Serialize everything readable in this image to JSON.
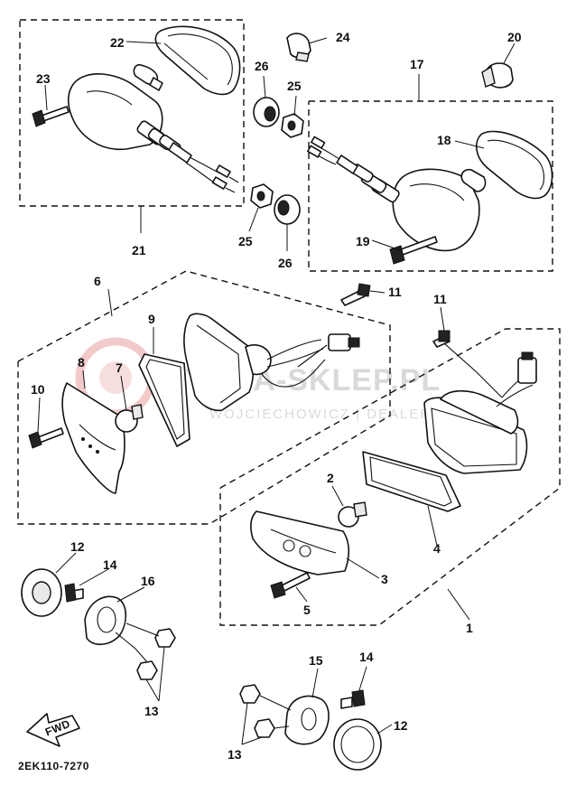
{
  "diagram": {
    "code": "2EK110-7270",
    "direction_label": "FWD",
    "watermark": {
      "brand": "YAMA-SKLEP.PL",
      "dealer": "WOJCIECHOWICZ | DEALER"
    },
    "callouts": [
      "1",
      "2",
      "3",
      "4",
      "5",
      "6",
      "7",
      "8",
      "9",
      "10",
      "11",
      "11",
      "12",
      "12",
      "13",
      "13",
      "14",
      "14",
      "15",
      "16",
      "17",
      "18",
      "19",
      "20",
      "21",
      "22",
      "23",
      "24",
      "25",
      "25",
      "26",
      "26"
    ]
  }
}
